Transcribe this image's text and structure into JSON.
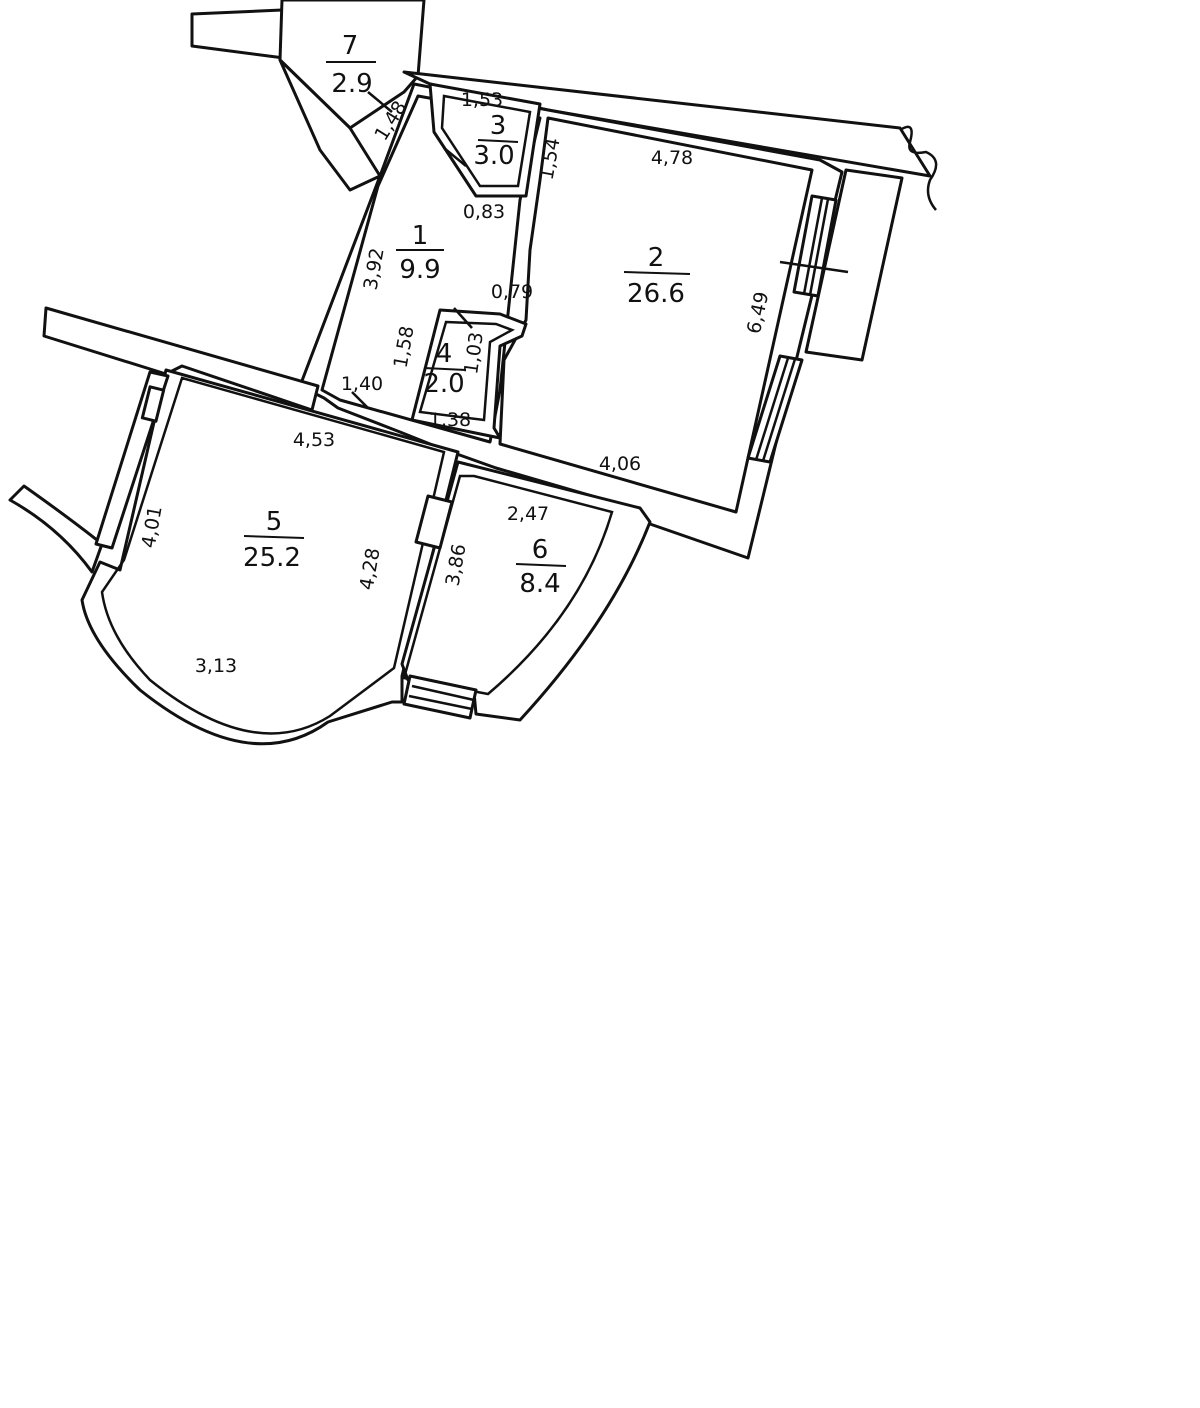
{
  "rooms": {
    "r1": {
      "number": "1",
      "area": "9.9"
    },
    "r2": {
      "number": "2",
      "area": "26.6"
    },
    "r3": {
      "number": "3",
      "area": "3.0"
    },
    "r4": {
      "number": "4",
      "area": "2.0"
    },
    "r5": {
      "number": "5",
      "area": "25.2"
    },
    "r6": {
      "number": "6",
      "area": "8.4"
    },
    "r7": {
      "number": "7",
      "area": "2.9"
    }
  },
  "dimensions": {
    "d_1_48": "1,48",
    "d_1_53": "1,53",
    "d_1_54": "1,54",
    "d_4_78": "4,78",
    "d_0_83": "0,83",
    "d_3_92": "3,92",
    "d_0_79": "0,79",
    "d_6_49": "6,49",
    "d_1_58": "1,58",
    "d_1_03": "1,03",
    "d_1_40": "1,40",
    "d_1_38": "1,38",
    "d_4_53": "4,53",
    "d_4_06": "4,06",
    "d_2_47": "2,47",
    "d_4_01": "4,01",
    "d_4_28": "4,28",
    "d_3_86": "3,86",
    "d_3_13": "3,13"
  }
}
